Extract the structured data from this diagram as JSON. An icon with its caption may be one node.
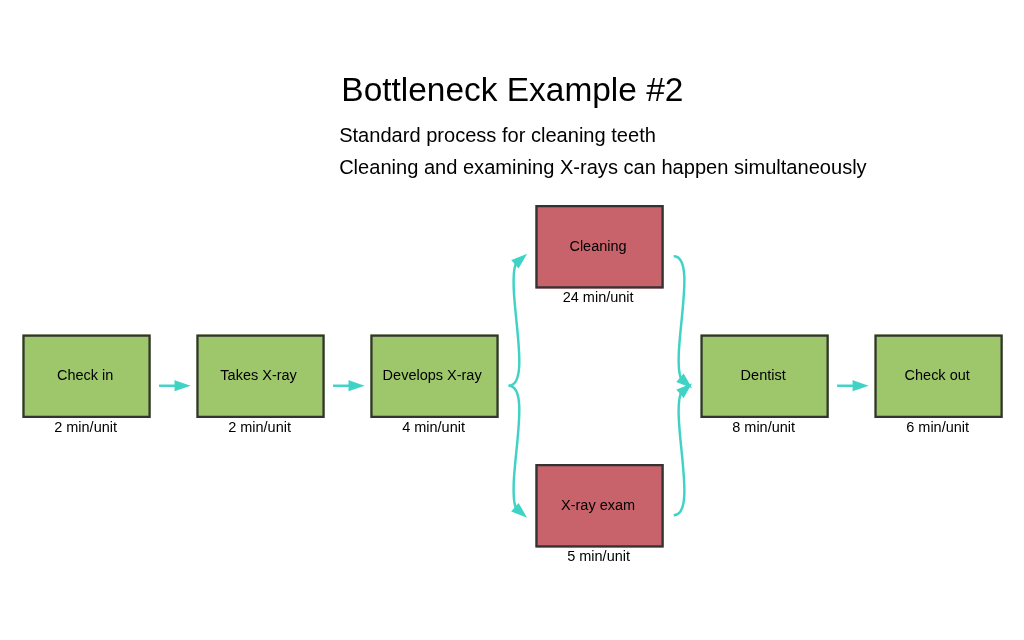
{
  "diagram": {
    "title": "Bottleneck Example #2",
    "nodes": [
      {
        "text": [
          "Check in"
        ],
        "beside": [
          "2 min/unit"
        ]
      },
      {
        "text": [
          "Takes X-ray"
        ],
        "beside": [
          "2 min/unit"
        ]
      },
      {
        "text": [
          "Develops X-ray"
        ],
        "beside": [
          "4 min/unit"
        ]
      },
      {
        "text": [
          "Cleaning"
        ],
        "beside": [
          "24 min/unit"
        ]
      },
      {
        "text": [
          "X-ray exam"
        ],
        "beside": [
          "5 min/unit"
        ]
      },
      {
        "text": [
          "Dentist"
        ],
        "beside": [
          "8 min/unit"
        ]
      },
      {
        "text": [
          "Check out"
        ],
        "beside": [
          "6 min/unit"
        ]
      }
    ],
    "edges": [
      {
        "from": 0,
        "to": 1,
        "arrow": "to"
      },
      {
        "from": 1,
        "to": 2,
        "arrow": "to"
      },
      {
        "from": 2,
        "to": 3,
        "arrow": "to"
      },
      {
        "from": 2,
        "to": 4,
        "arrow": "to"
      },
      {
        "from": 3,
        "to": 5,
        "arrow": "to"
      },
      {
        "from": 4,
        "to": 5,
        "arrow": "to"
      },
      {
        "from": 5,
        "to": 6,
        "arrow": "to"
      }
    ],
    "labels": [
      "Standard process for cleaning teeth",
      "Cleaning and examining X-rays can happen simultaneously"
    ]
  }
}
